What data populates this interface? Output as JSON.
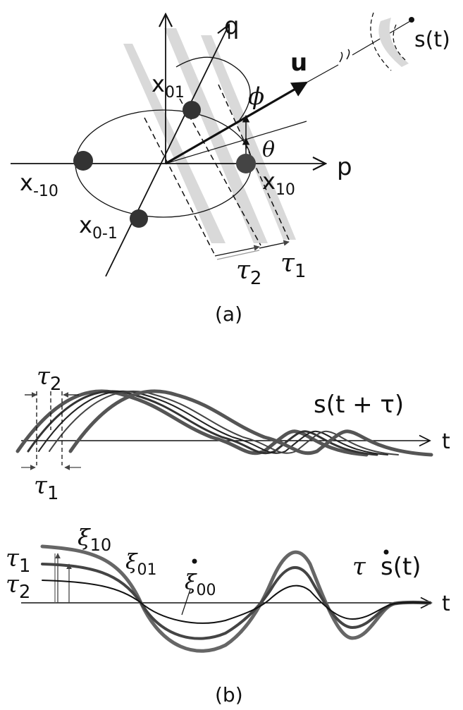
{
  "panel_a": {
    "axis_p": "p",
    "axis_q": "q",
    "vector_u": "u",
    "source": "s(t)",
    "angle_phi": "ϕ",
    "angle_theta": "θ",
    "node_x01": "x",
    "node_x01_sub": "01",
    "node_xm10": "x",
    "node_xm10_sub": "-10",
    "node_x10": "x",
    "node_x10_sub": "10",
    "node_x0m1": "x",
    "node_x0m1_sub": "0-1",
    "delay_tau2": "τ",
    "delay_tau2_sub": "2",
    "delay_tau1": "τ",
    "delay_tau1_sub": "1",
    "caption": "(a)"
  },
  "panel_b": {
    "top_label": "s(t + τ)",
    "top_axis_t": "t",
    "top_tau2": "τ",
    "top_tau2_sub": "2",
    "top_tau1": "τ",
    "top_tau1_sub": "1",
    "bottom_label_tau": "τ",
    "bottom_label_s": "s(t)",
    "bottom_axis_t": "t",
    "xi10": "ξ",
    "xi10_sub": "10",
    "xi01": "ξ",
    "xi01_sub": "01",
    "xi00": "ξ",
    "xi00_sub": "00",
    "left_tau1": "τ",
    "left_tau1_sub": "1",
    "left_tau2": "τ",
    "left_tau2_sub": "2",
    "caption": "(b)"
  }
}
